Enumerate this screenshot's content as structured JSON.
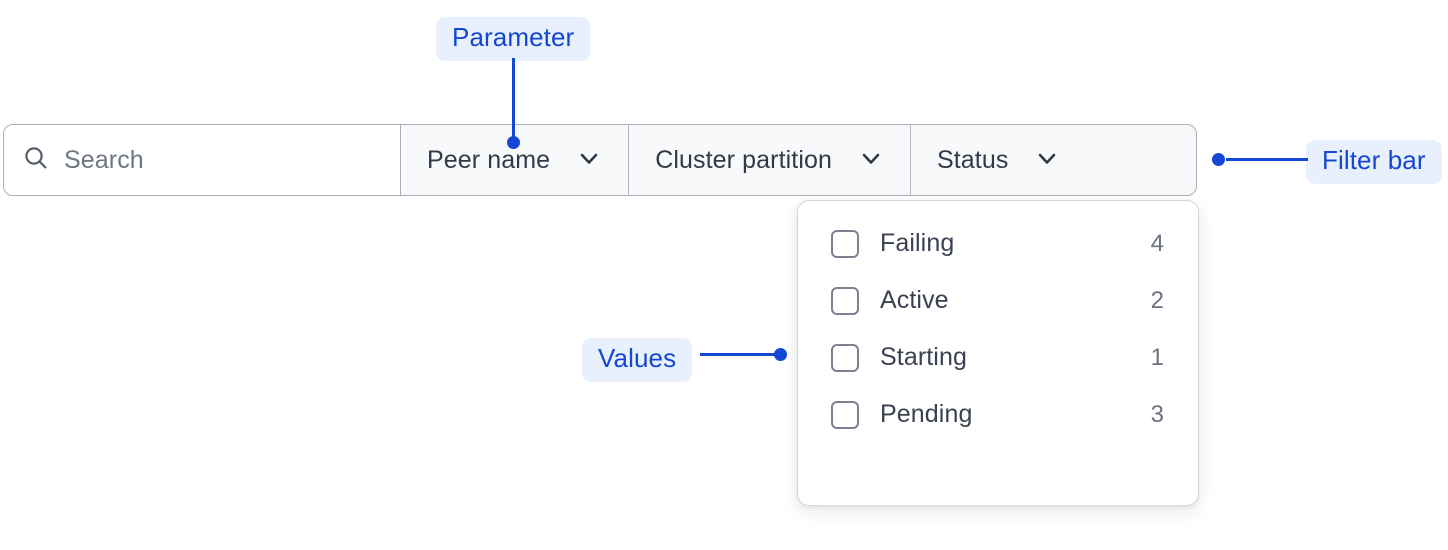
{
  "filter_bar": {
    "search": {
      "icon": "search-icon",
      "placeholder": "Search",
      "value": ""
    },
    "segments": [
      {
        "label": "Peer name",
        "icon": "chevron-down-icon"
      },
      {
        "label": "Cluster partition",
        "icon": "chevron-down-icon"
      },
      {
        "label": "Status",
        "icon": "chevron-down-icon"
      }
    ]
  },
  "dropdown": {
    "open_for": "Status",
    "options": [
      {
        "label": "Failing",
        "count": "4",
        "checked": false
      },
      {
        "label": "Active",
        "count": "2",
        "checked": false
      },
      {
        "label": "Starting",
        "count": "1",
        "checked": false
      },
      {
        "label": "Pending",
        "count": "3",
        "checked": false
      }
    ]
  },
  "annotations": [
    {
      "label": "Parameter"
    },
    {
      "label": "Filter bar"
    },
    {
      "label": "Values"
    }
  ],
  "colors": {
    "annotation_text": "#1447d4",
    "annotation_pill_bg": "#e9f0fd",
    "filter_bar_border": "#a9aeb8",
    "segment_bg": "#f8f9fa",
    "search_bg": "#ffffff",
    "option_text": "#3b4151",
    "count_text": "#6b7280",
    "placeholder_text": "#6e7682",
    "checkbox_border": "#7b8190"
  }
}
